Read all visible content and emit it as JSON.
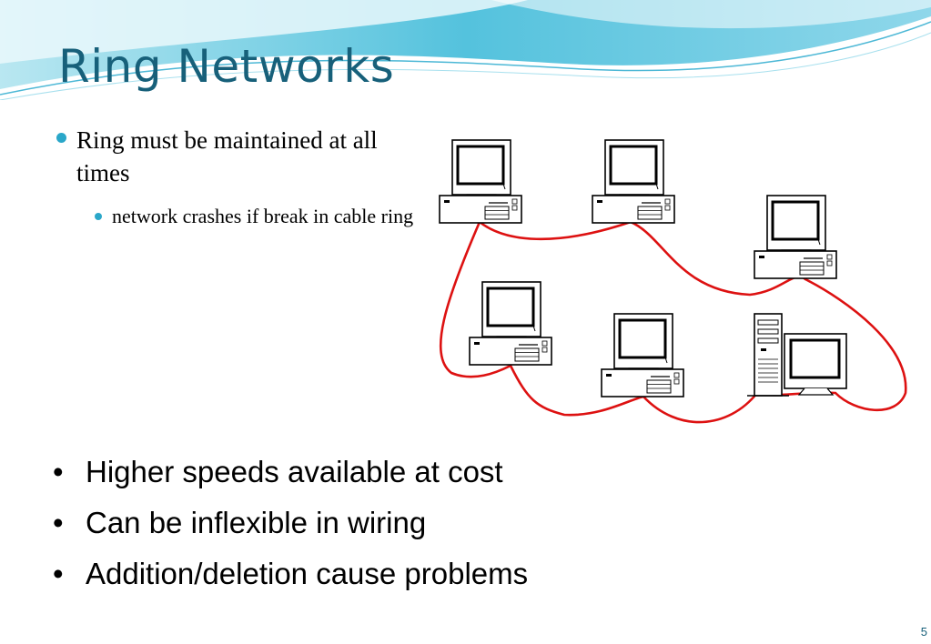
{
  "slide": {
    "title": "Ring Networks",
    "bullet_main": "Ring must be maintained at all times",
    "bullet_sub": "network crashes if break in cable ring",
    "lower_bullets": [
      "Higher speeds available at cost",
      "Can be inflexible in wiring",
      "Addition/deletion cause problems"
    ],
    "bullet_marker": "•",
    "page_number": "5"
  },
  "diagram": {
    "ring_color": "#dd1111",
    "computers": 6
  },
  "theme": {
    "title_color": "#17607a",
    "accent": "#2aa7c9"
  }
}
